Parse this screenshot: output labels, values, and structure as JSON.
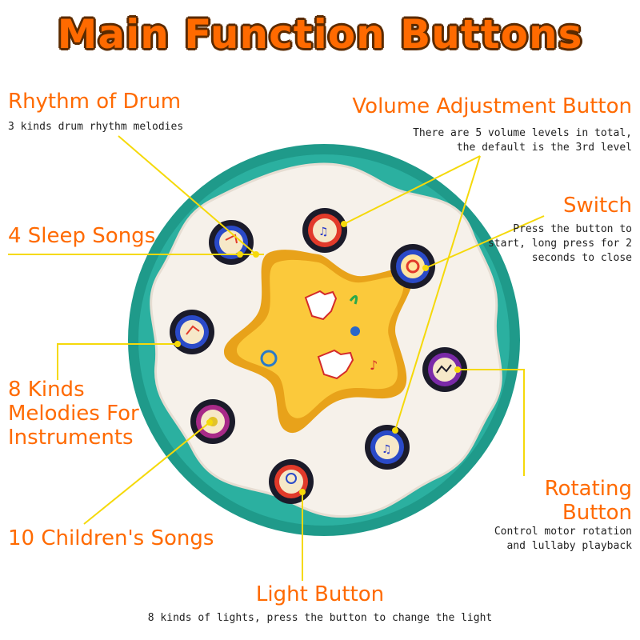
{
  "title": "Main Function Buttons",
  "callouts": {
    "rhythm": {
      "label": "Rhythm of Drum",
      "desc": "3 kinds drum rhythm melodies"
    },
    "sleep": {
      "label": "4 Sleep Songs"
    },
    "melodies": {
      "label1": "8 Kinds",
      "label2": "Melodies For",
      "label3": "Instruments"
    },
    "children": {
      "label": "10 Children's Songs"
    },
    "volume": {
      "label": "Volume Adjustment Button",
      "desc1": "There are 5 volume levels in total,",
      "desc2": "the default is the 3rd level"
    },
    "switch": {
      "label": "Switch",
      "desc1": "Press the button to",
      "desc2": "start, long press for 2",
      "desc3": "seconds to close"
    },
    "rotating": {
      "label1": "Rotating",
      "label2": "Button",
      "desc1": "Control motor rotation",
      "desc2": "and lullaby playback"
    },
    "light": {
      "label": "Light Button",
      "desc": "8 kinds of lights, press the button to change the light"
    }
  },
  "colors": {
    "title": "#ff6a00",
    "teal": "#1f9a8a",
    "star": "#f7b928",
    "line": "#f5d90a"
  }
}
